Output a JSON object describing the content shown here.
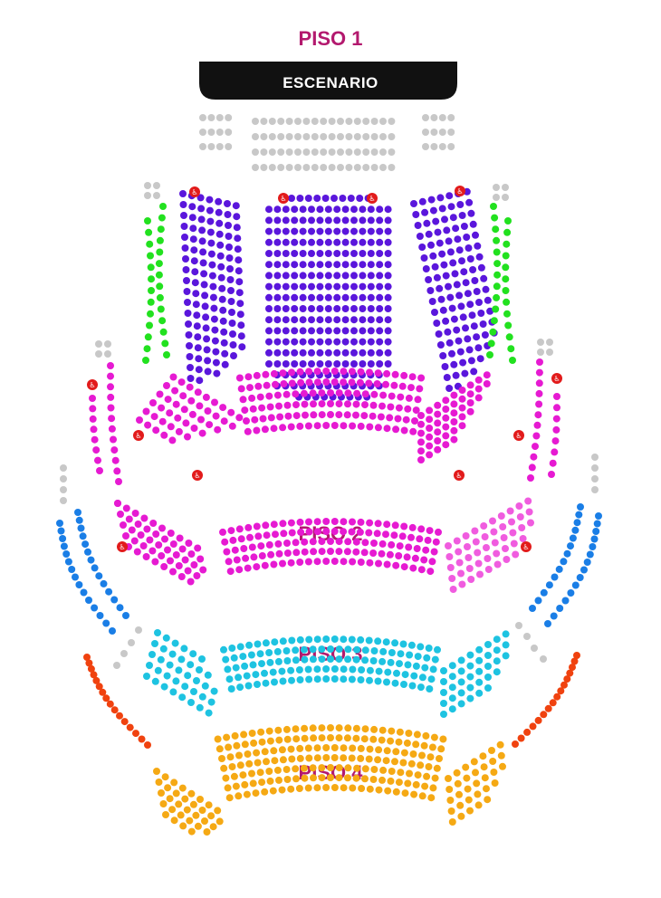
{
  "stage": {
    "label": "ESCENARIO"
  },
  "floors": [
    {
      "id": "piso1",
      "label": "PISO 1"
    },
    {
      "id": "piso2",
      "label": "PISO 2"
    },
    {
      "id": "piso3",
      "label": "PISO 3"
    },
    {
      "id": "piso4",
      "label": "PISO 4"
    }
  ],
  "colors": {
    "label": "#b3196e",
    "stage": "#111111",
    "unavailable": "#c8c8c8",
    "purple": "#5a16dc",
    "green": "#22e11f",
    "magenta": "#e61ad2",
    "pink_light": "#f05cdf",
    "blue": "#1a7ee6",
    "cyan": "#1ec3e1",
    "orange_red": "#f0420f",
    "gold": "#f5a914",
    "wheelchair": "#e21b1b"
  },
  "icons": {
    "wheelchair": "wheelchair-icon",
    "wheelchair_glyph": "♿"
  }
}
